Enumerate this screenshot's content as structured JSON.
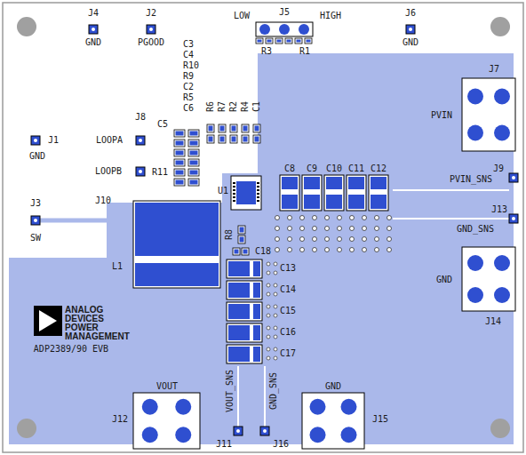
{
  "diagram": {
    "labels": [
      "J4",
      "GND",
      "J2",
      "PGOOD",
      "J5",
      "LOW",
      "HIGH",
      "J6",
      "GND",
      "R3",
      "R1",
      "C3",
      "C4",
      "R10",
      "R9",
      "C2",
      "R5",
      "C6",
      "R6",
      "R7",
      "R2",
      "R4",
      "C1",
      "J7",
      "PVIN",
      "J1",
      "GND",
      "LOOPA",
      "J8",
      "C5",
      "LOOPB",
      "R11",
      "U1",
      "C8",
      "C9",
      "C10",
      "C11",
      "C12",
      "J9",
      "PVIN_SNS",
      "J10",
      "J3",
      "SW",
      "J13",
      "GND_SNS",
      "R8",
      "C18",
      "L1",
      "C13",
      "C14",
      "C15",
      "C16",
      "C17",
      "GND",
      "J14",
      "ANALOG DEVICES POWER MANAGEMENT",
      "ADP2389/90 EVB",
      "VOUT",
      "J12",
      "VOUT_SNS",
      "GND_SNS",
      "GND",
      "J15",
      "J11",
      "J16"
    ]
  }
}
